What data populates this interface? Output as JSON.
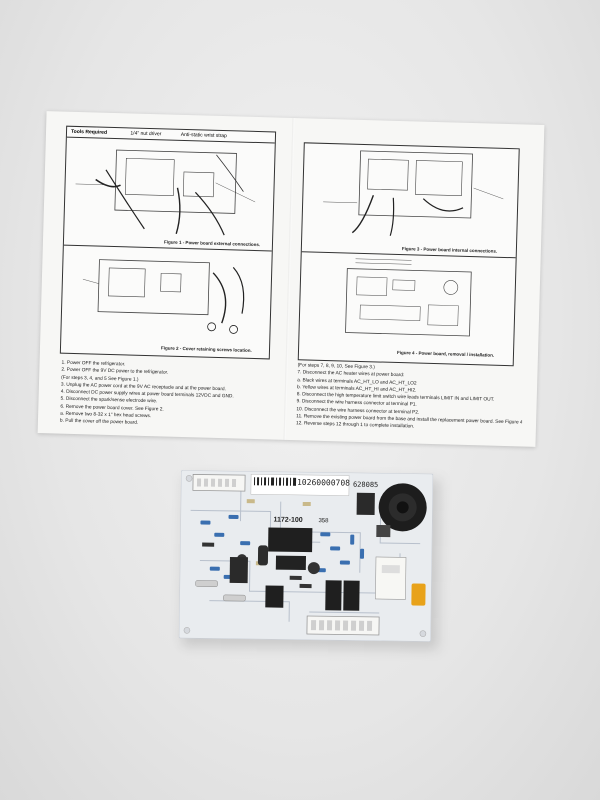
{
  "sheet": {
    "tools": {
      "heading": "Tools Required",
      "tool_1": "1/4\" nut driver",
      "tool_2": "Anti-static wrist strap"
    },
    "figures": {
      "fig1": "Figure 1 - Power board external connections.",
      "fig2": "Figure 2 - Cover retaining screws location.",
      "fig3": "Figure 3 - Power board internal connections.",
      "fig4": "Figure 4 - Power board, removal / installation."
    },
    "steps_left": [
      "1.  Power OFF the refrigerator.",
      "2.  Power OFF the 9V DC power to the refrigerator.",
      "(For steps 3, 4, and 5 See Figure 1.)",
      "3.  Unplug the AC power cord at the 9V AC receptacle and at the power board.",
      "4.  Disconnect DC power supply wires at power board terminals 12VDC and GND.",
      "5.  Disconnect the spark/sense electrode wire.",
      "6.  Remove the power board cover. See Figure 2.",
      "    a.  Remove two 8-32 x 1\" hex head screws.",
      "    b.  Pull the cover off the power board."
    ],
    "steps_right": [
      "(For steps 7, 8, 9, 10, See Figure 3.)",
      "7.  Disconnect the AC heater wires at power board:",
      "    a.  Black wires at terminals AC_HT_LO and AC_HT_LO2",
      "    b.  Yellow wires at terminals AC_HT_HI and AC_HT_HI2.",
      "8.  Disconnect the high temperature limit switch wire leads terminals LIMIT IN and LIMIT OUT.",
      "9.  Disconnect the wire harness connector at terminal P1.",
      "10. Disconnect the wire harness connector at terminal P2.",
      "11. Remove the existing power board from the base and install the replacement power board. See Figure 4.",
      "12. Reverse steps 12 through 1 to complete installation."
    ]
  },
  "board": {
    "serial_label": "10260000708",
    "corner_label": "628085",
    "chip_label": "1172-100",
    "chip_suffix": "358"
  },
  "colors": {
    "background": "#ebebeb",
    "paper": "#f7f7f5",
    "pcb": "#e9ecef",
    "trace": "#b8c0cc",
    "component_dark": "#222222",
    "component_blue": "#3a6fb0",
    "component_orange": "#e8a21a"
  }
}
